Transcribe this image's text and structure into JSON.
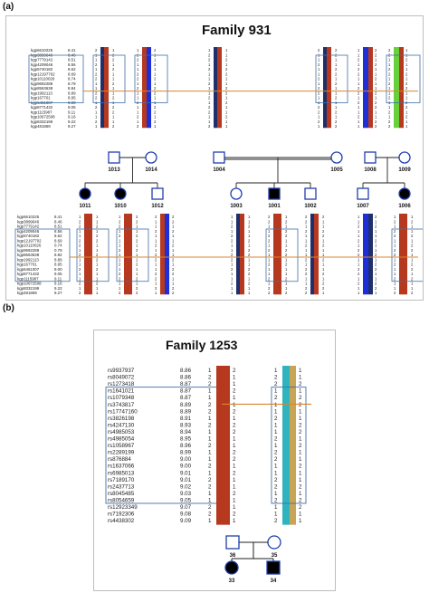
{
  "panel_a": {
    "label": "(a)",
    "title": "Family 931",
    "markers_top": [
      {
        "name": "kgp6610225",
        "pos": "8.41"
      },
      {
        "name": "kgp3899646",
        "pos": "8.46"
      },
      {
        "name": "kgp7779142",
        "pos": "8.51"
      },
      {
        "name": "kgp4209046",
        "pos": "8.56"
      },
      {
        "name": "kgp5740182",
        "pos": "8.62"
      },
      {
        "name": "kgp12197702",
        "pos": "8.69"
      },
      {
        "name": "kgp10110026",
        "pos": "8.74"
      },
      {
        "name": "kgp9692288",
        "pos": "8.79"
      },
      {
        "name": "kgp8563638",
        "pos": "8.84"
      },
      {
        "name": "kgp1992113",
        "pos": "8.89"
      },
      {
        "name": "kgp167701",
        "pos": "8.95"
      },
      {
        "name": "kgp6461007",
        "pos": "9.00"
      },
      {
        "name": "kgp8771432",
        "pos": "9.05"
      },
      {
        "name": "kgp1115987",
        "pos": "9.11"
      },
      {
        "name": "kgp10672508",
        "pos": "9.16"
      },
      {
        "name": "kgp8332199",
        "pos": "9.22"
      },
      {
        "name": "kgp481869",
        "pos": "9.27"
      }
    ],
    "markers_bottom": [
      {
        "name": "kgp6610225",
        "pos": "8.41"
      },
      {
        "name": "kgp3899646",
        "pos": "8.46"
      },
      {
        "name": "kgp7779142",
        "pos": "8.51"
      },
      {
        "name": "kgp4209046",
        "pos": "8.56"
      },
      {
        "name": "kgp5740182",
        "pos": "8.62"
      },
      {
        "name": "kgp12197702",
        "pos": "8.69"
      },
      {
        "name": "kgp10110026",
        "pos": "0.74"
      },
      {
        "name": "kgp9692288",
        "pos": "0.79"
      },
      {
        "name": "kgp8563638",
        "pos": "8.84"
      },
      {
        "name": "kgp1992113",
        "pos": "8.89"
      },
      {
        "name": "kgp167701",
        "pos": "8.95"
      },
      {
        "name": "kgp6461007",
        "pos": "9.00"
      },
      {
        "name": "kgp8771432",
        "pos": "9.05"
      },
      {
        "name": "kgp1115987",
        "pos": "9.11"
      },
      {
        "name": "kgp10672508",
        "pos": "9.16"
      },
      {
        "name": "kgp8332199",
        "pos": "9.22"
      },
      {
        "name": "kgp481869",
        "pos": "9.27"
      }
    ],
    "parents": [
      {
        "id": "1013",
        "sex": "male",
        "affected": false
      },
      {
        "id": "1014",
        "sex": "female",
        "affected": false
      },
      {
        "id": "1004",
        "sex": "male",
        "affected": false
      },
      {
        "id": "1005",
        "sex": "female",
        "affected": false
      },
      {
        "id": "1008",
        "sex": "male",
        "affected": false
      },
      {
        "id": "1009",
        "sex": "female",
        "affected": false
      }
    ],
    "children": [
      {
        "id": "1011",
        "sex": "female",
        "affected": true
      },
      {
        "id": "1010",
        "sex": "female",
        "affected": true
      },
      {
        "id": "1012",
        "sex": "male",
        "affected": false
      },
      {
        "id": "1003",
        "sex": "female",
        "affected": false
      },
      {
        "id": "1001",
        "sex": "male",
        "affected": true
      },
      {
        "id": "1002",
        "sex": "male",
        "affected": false
      },
      {
        "id": "1007",
        "sex": "male",
        "affected": false
      },
      {
        "id": "1006",
        "sex": "female",
        "affected": true
      }
    ]
  },
  "panel_b": {
    "label": "(b)",
    "title": "Family 1253",
    "markers": [
      {
        "name": "rs9937937",
        "pos": "8.86"
      },
      {
        "name": "rs8049072",
        "pos": "8.86"
      },
      {
        "name": "rs1273418",
        "pos": "8.87"
      },
      {
        "name": "rs1641021",
        "pos": "8.87"
      },
      {
        "name": "rs1079348",
        "pos": "8.87"
      },
      {
        "name": "rs3743817",
        "pos": "8.89"
      },
      {
        "name": "rs17747160",
        "pos": "8.89"
      },
      {
        "name": "rs3826198",
        "pos": "8.91"
      },
      {
        "name": "rs4247130",
        "pos": "8.93"
      },
      {
        "name": "rs4985053",
        "pos": "8.94"
      },
      {
        "name": "rs4985054",
        "pos": "8.95"
      },
      {
        "name": "rs1058967",
        "pos": "8.96"
      },
      {
        "name": "rs2289199",
        "pos": "8.99"
      },
      {
        "name": "rs876884",
        "pos": "9.00"
      },
      {
        "name": "rs1637066",
        "pos": "9.00"
      },
      {
        "name": "rs6985013",
        "pos": "9.01"
      },
      {
        "name": "rs7189170",
        "pos": "9.01"
      },
      {
        "name": "rs2437713",
        "pos": "9.02"
      },
      {
        "name": "rs8045485",
        "pos": "9.03"
      },
      {
        "name": "rs8054659",
        "pos": "9.05"
      },
      {
        "name": "rs12923349",
        "pos": "9.07"
      },
      {
        "name": "rs7192306",
        "pos": "9.08"
      },
      {
        "name": "rs4438302",
        "pos": "9.09"
      }
    ],
    "parents": [
      {
        "id": "36",
        "sex": "male",
        "affected": false
      },
      {
        "id": "35",
        "sex": "female",
        "affected": false
      }
    ],
    "children": [
      {
        "id": "33",
        "sex": "female",
        "affected": true
      },
      {
        "id": "34",
        "sex": "male",
        "affected": true
      }
    ]
  },
  "colors": {
    "red": "#b5381f",
    "navy": "#1f2f6b",
    "blue": "#1e2fd8",
    "green": "#66d13a",
    "teal": "#2fb4bf",
    "tan": "#c9a455",
    "line_orange": "#d8852f",
    "box_blue": "#3f6fa8"
  }
}
